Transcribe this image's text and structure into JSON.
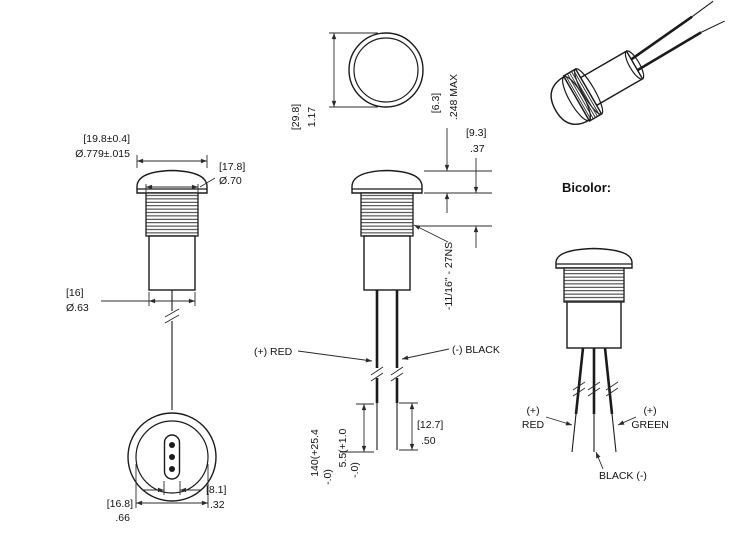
{
  "page": {
    "background": "#ffffff",
    "line_color": "#1b1b1b"
  },
  "views": {
    "side": {
      "dim_cap_mm": "[19.8±0.4]",
      "dim_cap_in": "Ø.779±.015",
      "dim_bezel_mm": "[17.8]",
      "dim_bezel_in": "Ø.70",
      "dim_body_mm": "[16]",
      "dim_body_in": "Ø.63"
    },
    "front": {
      "dim_dia_mm": "[29.8]",
      "dim_dia_in": "1.17",
      "dim_cap_height_mm": "[6.3]",
      "dim_cap_height_in": ".248 MAX",
      "dim_bezel_height_mm": "[9.3]",
      "dim_bezel_height_in": ".37"
    },
    "wired": {
      "thread_spec": "-11/16\" - 27NS",
      "lead_positive": "(+) RED",
      "lead_negative": "(-) BLACK",
      "dim_wire_length_line1": "140(+25.4",
      "dim_wire_length_line2": "-.0)",
      "dim_strip_line1": "5.5(+1.0",
      "dim_strip_line2": "-.0)",
      "dim_bare_mm": "[12.7]",
      "dim_bare_in": ".50"
    },
    "bottom": {
      "dim_base_mm": "[16.8]",
      "dim_base_in": ".66",
      "dim_pin_mm": "[8.1]",
      "dim_pin_in": ".32"
    },
    "bicolor": {
      "title": "Bicolor:",
      "lead1_sign": "(+)",
      "lead1_name": "RED",
      "lead2_sign": "(+)",
      "lead2_name": "GREEN",
      "lead3_label": "BLACK (-)"
    }
  }
}
